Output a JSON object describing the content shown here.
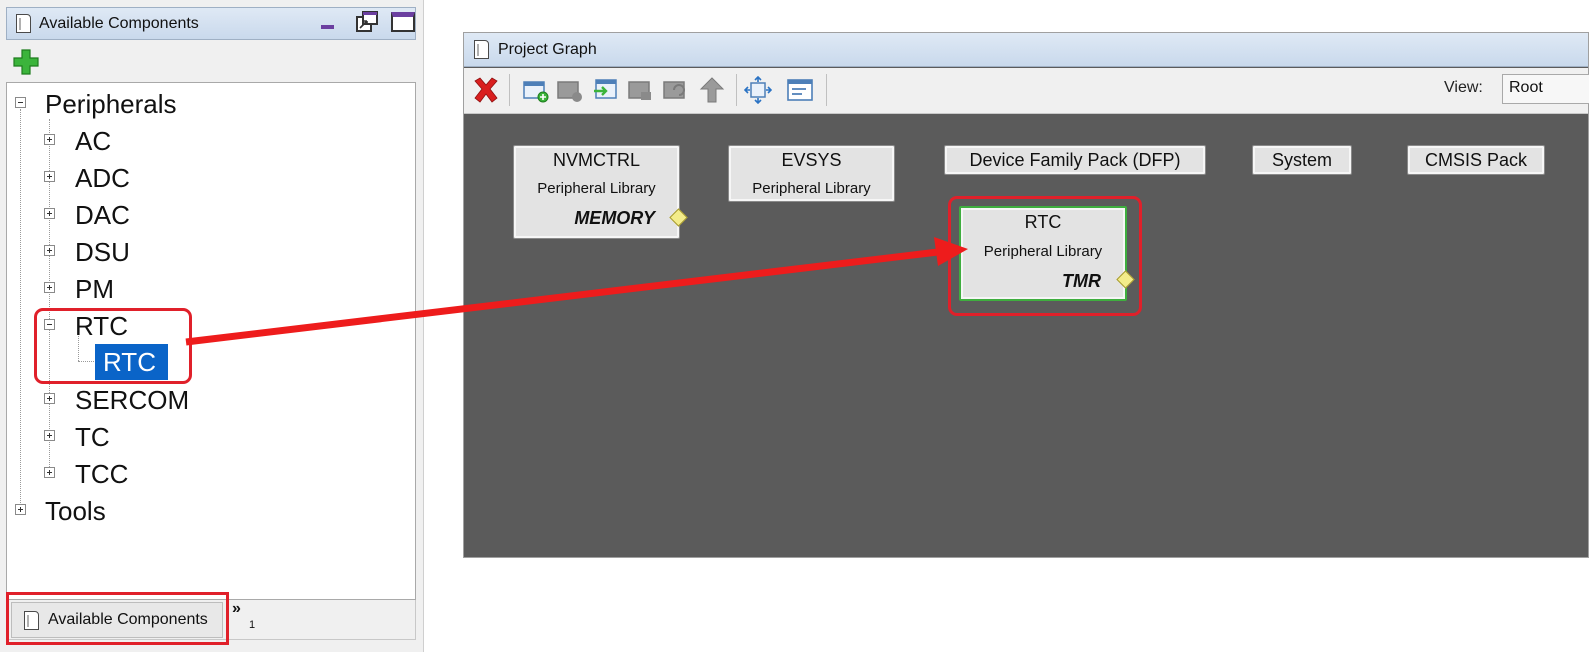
{
  "available_components": {
    "title": "Available Components",
    "icons": {
      "minimize": "minimize-icon",
      "restore": "restore-icon",
      "maximize": "maximize-icon",
      "add": "add-icon"
    },
    "tree": {
      "peripherals": "Peripherals",
      "items": [
        "AC",
        "ADC",
        "DAC",
        "DSU",
        "PM",
        "RTC"
      ],
      "rtc_child": "RTC",
      "items_after": [
        "SERCOM",
        "TC",
        "TCC"
      ],
      "tools": "Tools"
    },
    "bottom_tab": "Available Components",
    "overflow_chevron": "»",
    "overflow_count": "1"
  },
  "project_graph": {
    "title": "Project Graph",
    "view_label": "View:",
    "view_value": "Root",
    "nodes": {
      "nvmctrl": {
        "name": "NVMCTRL",
        "sub": "Peripheral Library",
        "cap": "MEMORY"
      },
      "evsys": {
        "name": "EVSYS",
        "sub": "Peripheral Library"
      },
      "dfp": {
        "name": "Device Family Pack (DFP)"
      },
      "system": {
        "name": "System"
      },
      "cmsis": {
        "name": "CMSIS Pack"
      },
      "rtc": {
        "name": "RTC",
        "sub": "Peripheral Library",
        "cap": "TMR"
      }
    }
  },
  "colors": {
    "highlight": "#e0202a",
    "selection": "#0a64c8",
    "canvas": "#5b5b5b",
    "selected_node_border": "#3fae3f"
  }
}
